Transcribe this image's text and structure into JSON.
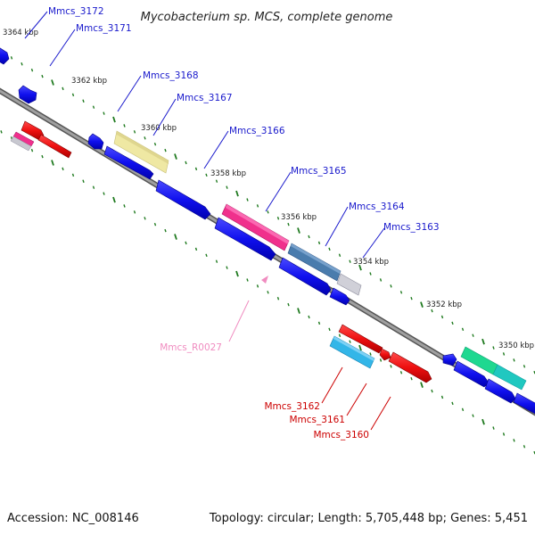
{
  "title": "Mycobacterium sp. MCS, complete genome",
  "footer": {
    "accession": "Accession: NC_008146",
    "info": "Topology: circular; Length: 5,705,448 bp; Genes: 5,451"
  },
  "colors": {
    "backbone": "#7a7a7a",
    "tick": "#1f7a1f",
    "forward_label": "#1a1acc",
    "reverse_label": "#cc0000",
    "rna_label": "#f08cc0"
  },
  "kbp_labels": [
    {
      "text": "3364 kbp"
    },
    {
      "text": "3362 kbp"
    },
    {
      "text": "3360 kbp"
    },
    {
      "text": "3358 kbp"
    },
    {
      "text": "3356 kbp"
    },
    {
      "text": "3354 kbp"
    },
    {
      "text": "3352 kbp"
    },
    {
      "text": "3350 kbp"
    }
  ],
  "gene_labels": [
    {
      "text": "Mmcs_3172",
      "strand": "forward"
    },
    {
      "text": "Mmcs_3171",
      "strand": "forward"
    },
    {
      "text": "Mmcs_3168",
      "strand": "forward"
    },
    {
      "text": "Mmcs_3167",
      "strand": "forward"
    },
    {
      "text": "Mmcs_3166",
      "strand": "forward"
    },
    {
      "text": "Mmcs_3165",
      "strand": "forward"
    },
    {
      "text": "Mmcs_3164",
      "strand": "forward"
    },
    {
      "text": "Mmcs_3163",
      "strand": "forward"
    },
    {
      "text": "Mmcs_R0027",
      "strand": "rna"
    },
    {
      "text": "Mmcs_3162",
      "strand": "reverse"
    },
    {
      "text": "Mmcs_3161",
      "strand": "reverse"
    },
    {
      "text": "Mmcs_3160",
      "strand": "reverse"
    }
  ]
}
